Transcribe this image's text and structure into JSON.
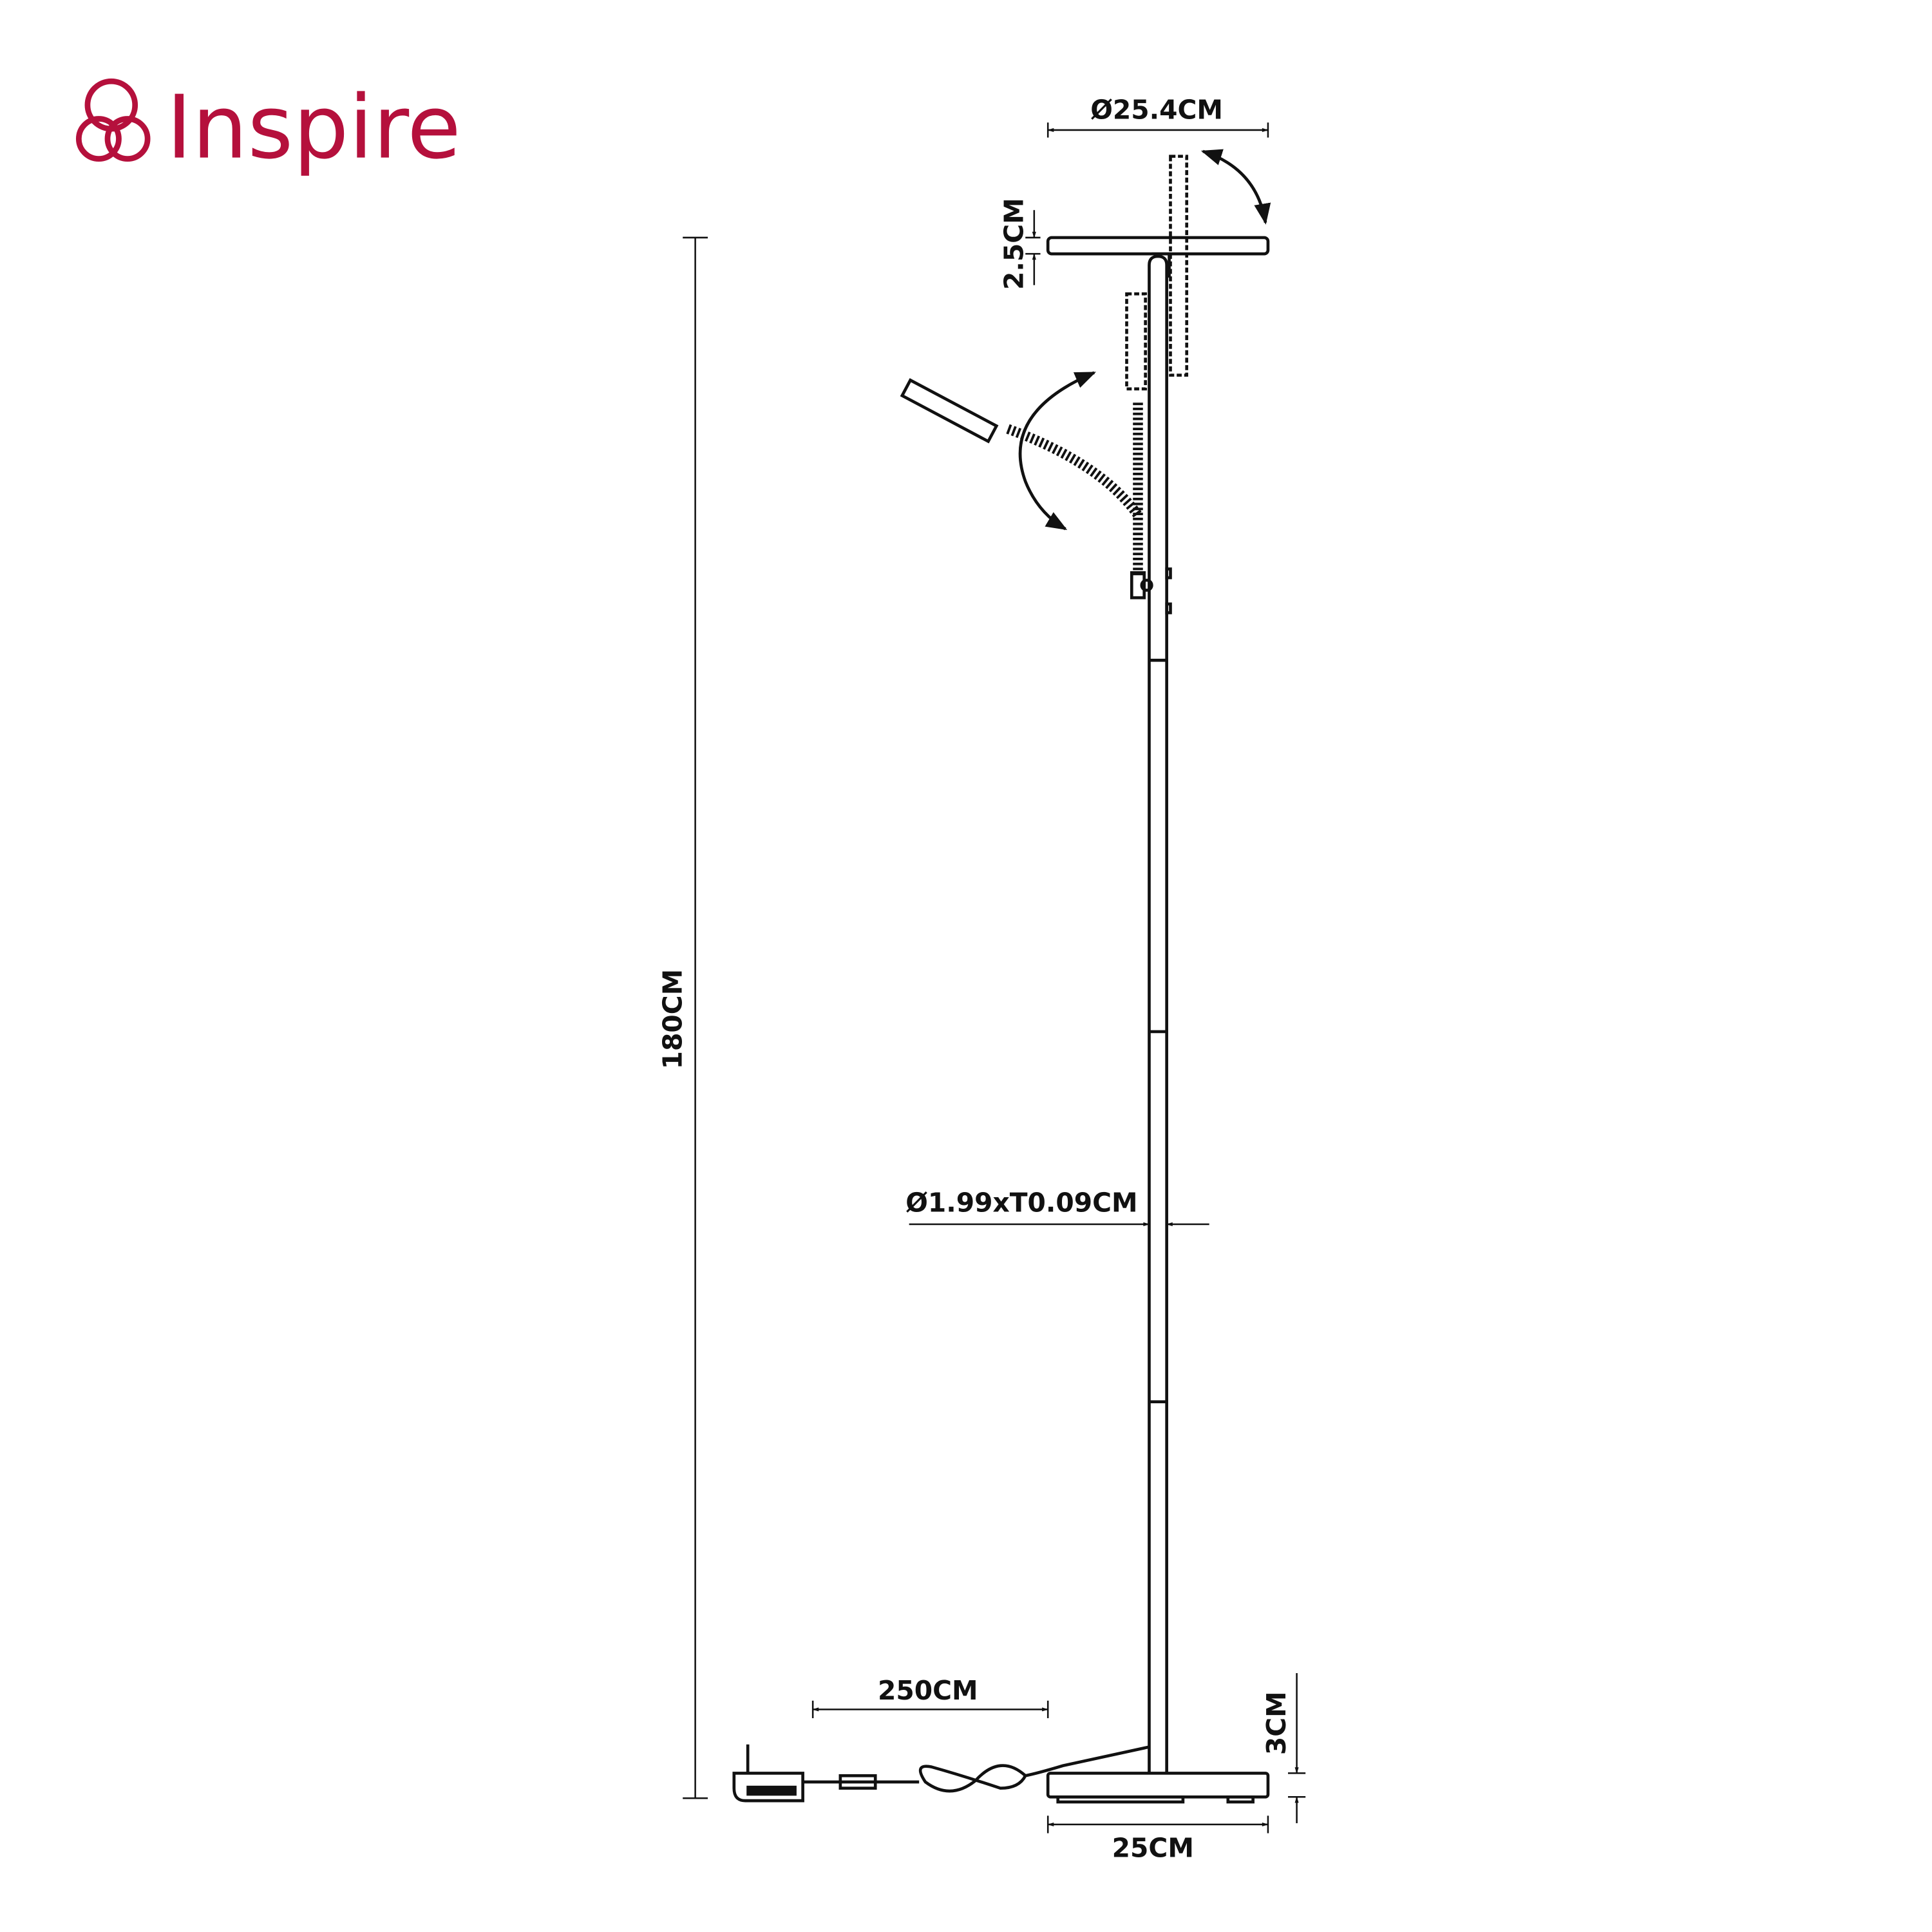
{
  "brand": {
    "name": "Inspire",
    "color": "#b5103c"
  },
  "dimensions": {
    "shade_diameter": "Ø25.4CM",
    "shade_thickness": "2.5CM",
    "total_height": "180CM",
    "pole_tube": "Ø1.99xT0.09CM",
    "cable_length": "250CM",
    "base_height": "3CM",
    "base_width": "25CM"
  },
  "colors": {
    "line": "#111111",
    "background": "#ffffff"
  }
}
